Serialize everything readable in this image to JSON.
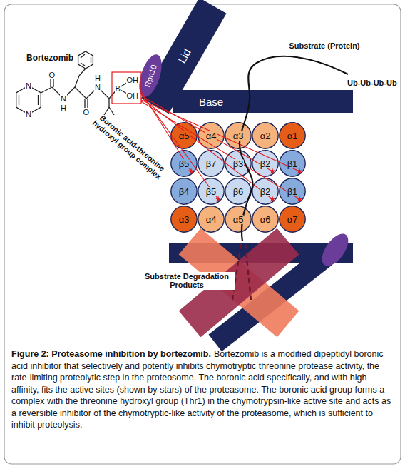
{
  "diagram": {
    "title": "Figure 2: Proteasome inhibition by bortezomib.",
    "caption": "Bortezomib is a modified dipeptidyl boronic acid inhibitor that selectively and potently inhibits chymotryptic threonine protease activity, the rate-limiting proteolytic step in the proteosome. The boronic acid specifically, and with high affinity, fits the active sites (shown by stars) of the proteasome. The boronic acid group forms a complex with the threonine hydroxyl group (Thr1) in the chymotrypsin-like active site and acts as a reversible inhibitor of the chymotryptic-like activity of the proteasome, which is sufficient to inhibit proteolysis.",
    "nodes": [
      {
        "text": [
          "Lid"
        ]
      },
      {
        "text": [
          "Rpn10"
        ]
      },
      {
        "text": [
          "Base"
        ]
      },
      {
        "text": [
          "α5"
        ]
      },
      {
        "text": [
          "α4"
        ]
      },
      {
        "text": [
          "α3"
        ]
      },
      {
        "text": [
          "α2"
        ]
      },
      {
        "text": [
          "α1"
        ]
      },
      {
        "text": [
          "β5"
        ]
      },
      {
        "text": [
          "β7"
        ]
      },
      {
        "text": [
          "β3"
        ]
      },
      {
        "text": [
          "β2"
        ]
      },
      {
        "text": [
          "β1"
        ]
      },
      {
        "text": [
          "β4"
        ]
      },
      {
        "text": [
          "β5"
        ]
      },
      {
        "text": [
          "β6"
        ]
      },
      {
        "text": [
          "β2"
        ]
      },
      {
        "text": [
          "β1"
        ]
      },
      {
        "text": [
          "α3"
        ]
      },
      {
        "text": [
          "α4"
        ]
      },
      {
        "text": [
          "α5"
        ]
      },
      {
        "text": [
          "α6"
        ]
      },
      {
        "text": [
          "α7"
        ]
      }
    ],
    "labels": [
      "Bortezomib",
      "Substrate (Protein)",
      "Ub-Ub-Ub-Ub",
      "Boronic acid-threonine hydroxyl group complex",
      "Substrate Degradation Products",
      "N",
      "N",
      "O",
      "N",
      "H",
      "O",
      "N",
      "H",
      "B",
      "OH",
      "OH"
    ]
  }
}
